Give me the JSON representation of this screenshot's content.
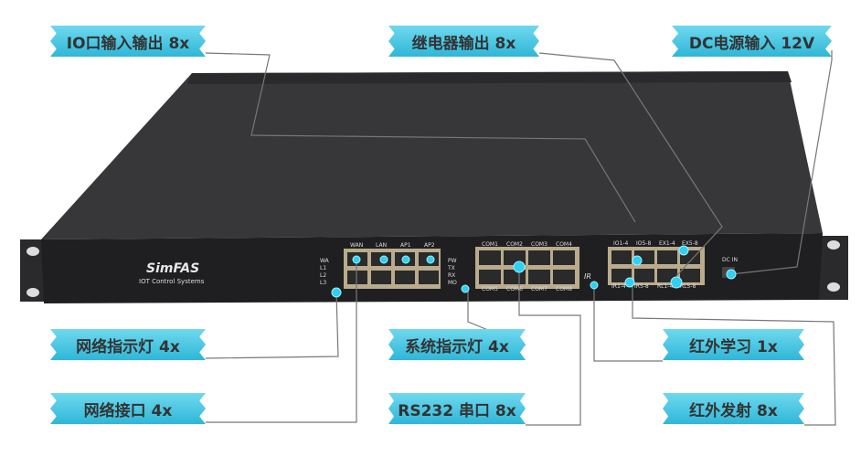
{
  "labels": {
    "io": "IO口输入输出 8x",
    "relay": "继电器输出 8x",
    "dc": "DC电源输入 12V",
    "net_led": "网络指示灯 4x",
    "sys_led": "系统指示灯 4x",
    "ir_learn": "红外学习 1x",
    "net_port": "网络接口 4x",
    "rs232": "RS232 串口 8x",
    "ir_emit": "红外发射 8x"
  },
  "device": {
    "brand": "SimFAS",
    "subtitle": "IOT Control Systems",
    "net_ports": [
      "WAN",
      "LAN",
      "AP1",
      "AP2"
    ],
    "net_leds": [
      "WA",
      "L1",
      "L2",
      "L3"
    ],
    "sys_leds": [
      "PW",
      "TX",
      "RX",
      "MO"
    ],
    "com_top": [
      "COM1",
      "COM2",
      "COM3",
      "COM4"
    ],
    "com_bottom": [
      "COM5",
      "COM6",
      "COM7",
      "COM8"
    ],
    "io_top": [
      "IO1-4",
      "IO5-8",
      "EX1-4",
      "EX5-8"
    ],
    "io_bottom": [
      "IR1-4",
      "IR5-8",
      "RL1-4",
      "RL5-8"
    ],
    "ir": "IR",
    "dc_in": "DC IN"
  },
  "colors": {
    "accent": "#2fb7d8",
    "chassis": "#2b2b2d",
    "panel": "#1e1e20"
  }
}
